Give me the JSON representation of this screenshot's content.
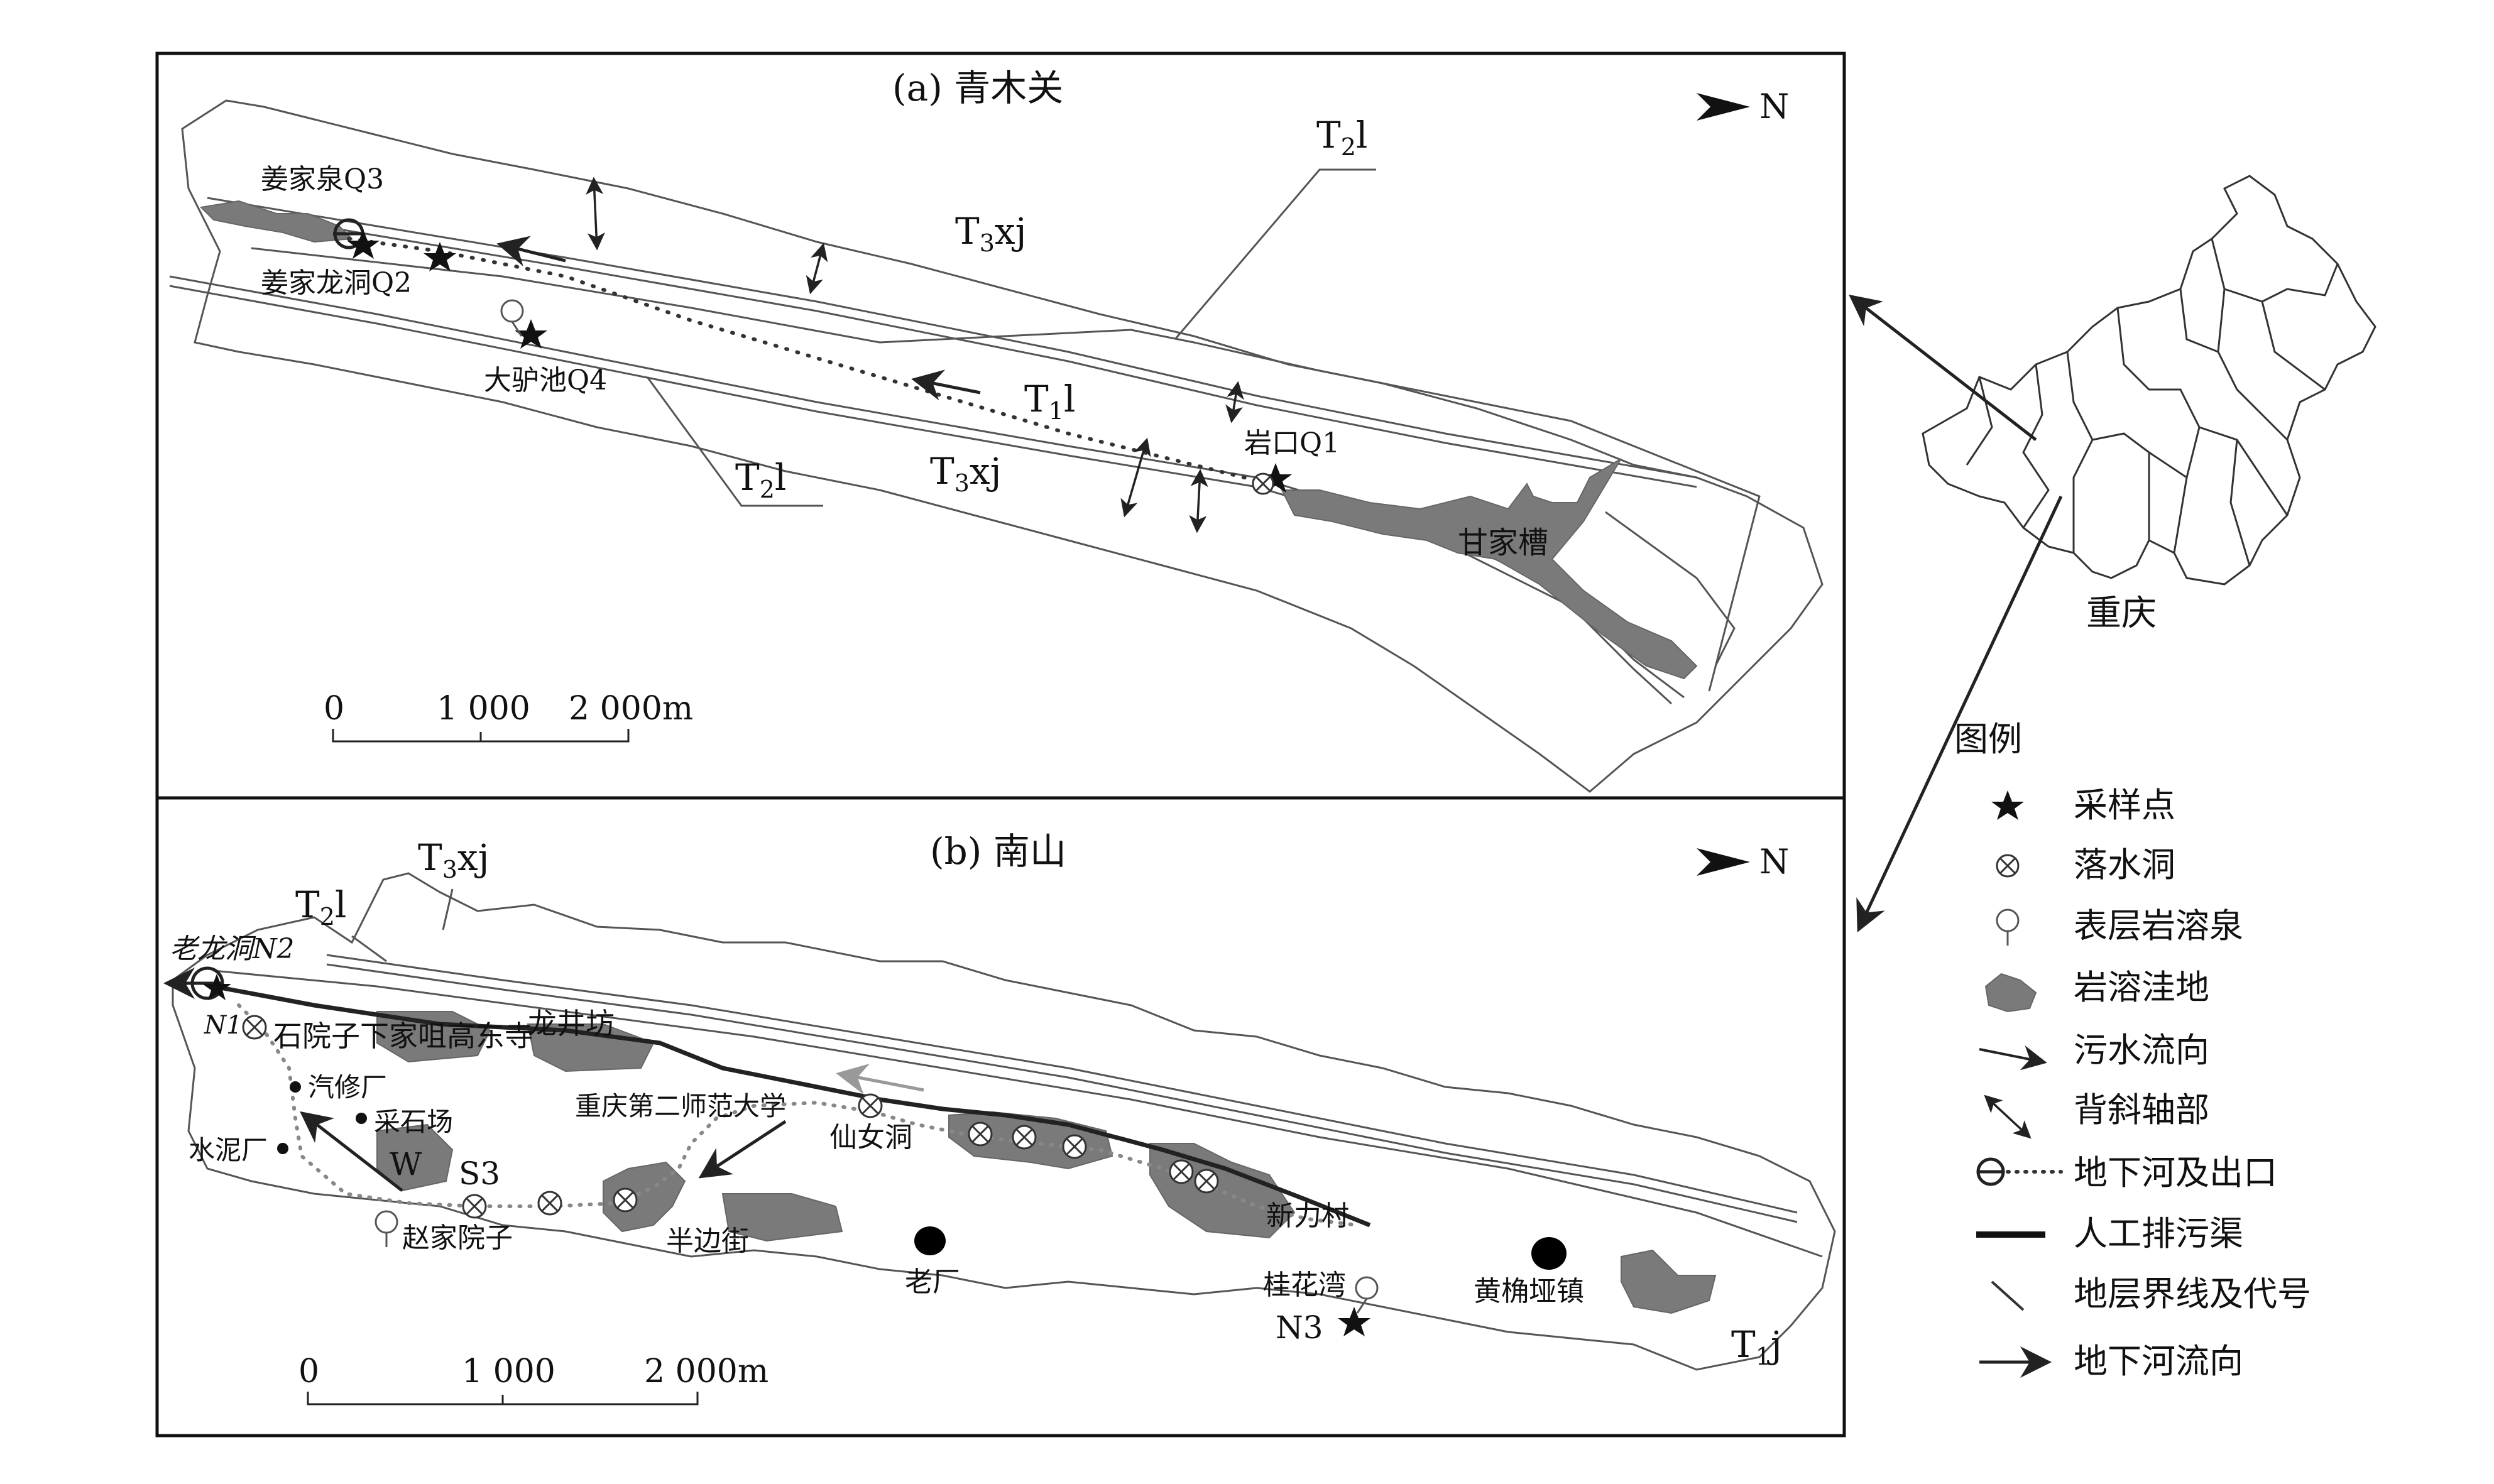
{
  "panel_a": {
    "title": "(a) 青木关",
    "north": "N",
    "strata": {
      "t2l_top_base": "T",
      "t2l_top_sub": "2",
      "t2l_top_rest": "l",
      "t3xj_top_base": "T",
      "t3xj_top_sub": "3",
      "t3xj_top_rest": "xj",
      "t1l_base": "T",
      "t1l_sub": "1",
      "t1l_rest": "l",
      "t3xj_bot_base": "T",
      "t3xj_bot_sub": "3",
      "t3xj_bot_rest": "xj",
      "t2l_bot_base": "T",
      "t2l_bot_sub": "2",
      "t2l_bot_rest": "l"
    },
    "places": {
      "q3": "姜家泉Q3",
      "q2": "姜家龙洞Q2",
      "q4": "大驴池Q4",
      "q1": "岩口Q1",
      "ganjiacao": "甘家槽"
    },
    "scale": {
      "s0": "0",
      "s1": "1 000",
      "s2": "2 000m"
    }
  },
  "panel_b": {
    "title": "(b) 南山",
    "north": "N",
    "strata": {
      "t3xj_base": "T",
      "t3xj_sub": "3",
      "t3xj_rest": "xj",
      "t2l_base": "T",
      "t2l_sub": "2",
      "t2l_rest": "l",
      "t1j_base": "T",
      "t1j_sub": "1",
      "t1j_rest": "j"
    },
    "places": {
      "n2": "老龙洞N2",
      "n1": "N1",
      "shiyuanzi": "石院子下家咀高东寺",
      "longjingfang": "龙井坊",
      "qixiuchang": "汽修厂",
      "caishichang": "采石场",
      "shuinichang": "水泥厂",
      "w": "W",
      "s3": "S3",
      "university": "重庆第二师范大学",
      "xiannvdong": "仙女洞",
      "zhaojiayuanzi": "赵家院子",
      "banbianjie": "半边街",
      "laochang": "老厂",
      "xinlicun": "新力村",
      "guihuawan": "桂花湾",
      "n3": "N3",
      "huangjueyazhen": "黄桷垭镇"
    },
    "scale": {
      "s0": "0",
      "s1": "1 000",
      "s2": "2 000m"
    }
  },
  "inset": {
    "label": "重庆"
  },
  "legend": {
    "title": "图例",
    "items": [
      "采样点",
      "落水洞",
      "表层岩溶泉",
      "岩溶洼地",
      "污水流向",
      "背斜轴部",
      "地下河及出口",
      "人工排污渠",
      "地层界线及代号",
      "地下河流向"
    ]
  }
}
